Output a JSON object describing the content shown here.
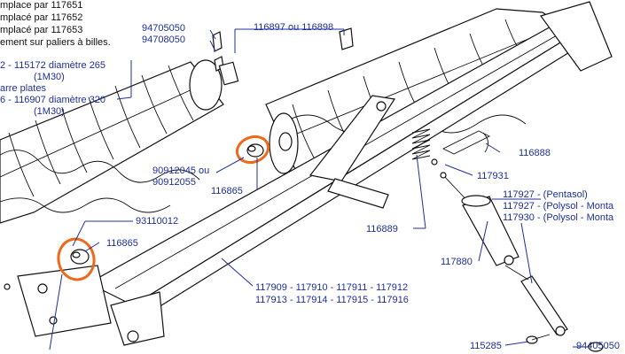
{
  "header_lines": [
    "mplace par 117651",
    "mplacé par 117652",
    "mplacé par 117653",
    "ement sur paliers à billes."
  ],
  "left_lines": [
    "2 - 115172 diamètre 265",
    "(1M30)",
    "arre plates",
    "6 - 116907 diamètre 320",
    "(1M30)"
  ],
  "labels": {
    "p94705050": "94705050",
    "p94708050": "94708050",
    "p116897": "116897 ou 116898",
    "p90912045": "90912045 ou",
    "p90912055": "90912055",
    "p116865a": "116865",
    "p116888": "116888",
    "p117931": "117931",
    "p117927a": "117927 - (Pentasol)",
    "p117927b": "117927 - (Polysol - Monta",
    "p117930": "117930 - (Polysol - Monta",
    "p116889": "116889",
    "p93110012": "93110012",
    "p116865b": "116865",
    "p117880": "117880",
    "p117909": "117909 - 117910 - 117911 - 117912",
    "p117913": "117913 - 117914 - 117915 - 117916",
    "p115285": "115285",
    "p94405050": "94405050"
  },
  "colors": {
    "label": "#1d2f9c",
    "highlight": "#ee6a1a",
    "line": "#111111"
  }
}
